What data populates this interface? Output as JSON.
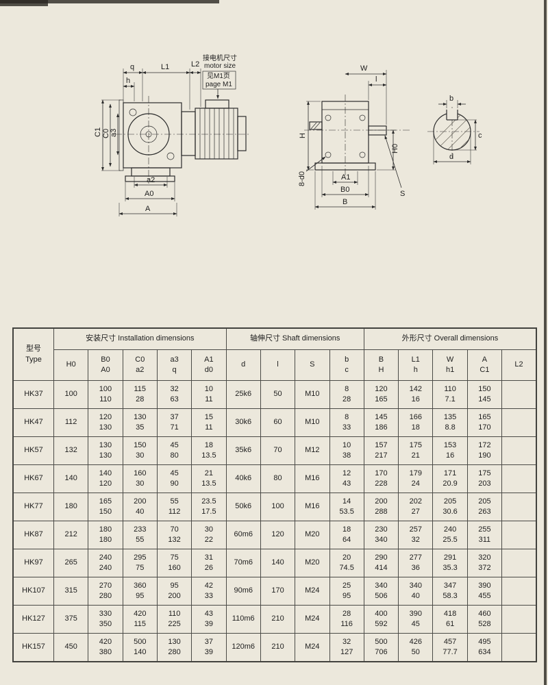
{
  "colors": {
    "paper": "#ece8dc",
    "ink": "#2b2b2b"
  },
  "drawing": {
    "note": {
      "line1": "接电机尺寸",
      "line2": "motor size",
      "line3": "见M1页",
      "line4": "page M1"
    },
    "side": {
      "q": "q",
      "L1": "L1",
      "L2": "L2",
      "h": "h",
      "C1": "C1",
      "C0": "C0",
      "a3": "a3",
      "a2": "a2",
      "A0": "A0",
      "A": "A"
    },
    "front": {
      "W": "W",
      "l": "l",
      "H": "H",
      "H0": "H0",
      "d0": "8-d0",
      "A1": "A1",
      "B0": "B0",
      "B": "B",
      "S": "S"
    },
    "section": {
      "b": "b",
      "c": "c",
      "d": "d"
    }
  },
  "table": {
    "type_header": "型号\nType",
    "groups": [
      {
        "label": "安装尺寸 Installation dimensions",
        "colspan": 5
      },
      {
        "label": "轴伸尺寸 Shaft dimensions",
        "colspan": 4
      },
      {
        "label": "外形尺寸 Overall dimensions",
        "colspan": 5
      }
    ],
    "sub_headers": [
      "H0",
      "B0\nA0",
      "C0\na2",
      "a3\nq",
      "A1\nd0",
      "d",
      "l",
      "S",
      "b\nc",
      "B\nH",
      "L1\nh",
      "W\nh1",
      "A\nC1",
      "L2"
    ],
    "rows": [
      {
        "type": "HK37",
        "cells": [
          "100",
          "100\n110",
          "115\n28",
          "32\n63",
          "10\n11",
          "25k6",
          "50",
          "M10",
          "8\n28",
          "120\n165",
          "142\n16",
          "110\n7.1",
          "150\n145",
          ""
        ]
      },
      {
        "type": "HK47",
        "cells": [
          "112",
          "120\n130",
          "130\n35",
          "37\n71",
          "15\n11",
          "30k6",
          "60",
          "M10",
          "8\n33",
          "145\n186",
          "166\n18",
          "135\n8.8",
          "165\n170",
          ""
        ]
      },
      {
        "type": "HK57",
        "cells": [
          "132",
          "130\n130",
          "150\n30",
          "45\n80",
          "18\n13.5",
          "35k6",
          "70",
          "M12",
          "10\n38",
          "157\n217",
          "175\n21",
          "153\n16",
          "172\n190",
          ""
        ]
      },
      {
        "type": "HK67",
        "cells": [
          "140",
          "140\n120",
          "160\n30",
          "45\n90",
          "21\n13.5",
          "40k6",
          "80",
          "M16",
          "12\n43",
          "170\n228",
          "179\n24",
          "171\n20.9",
          "175\n203",
          ""
        ]
      },
      {
        "type": "HK77",
        "cells": [
          "180",
          "165\n150",
          "200\n40",
          "55\n112",
          "23.5\n17.5",
          "50k6",
          "100",
          "M16",
          "14\n53.5",
          "200\n288",
          "202\n27",
          "205\n30.6",
          "205\n263",
          ""
        ]
      },
      {
        "type": "HK87",
        "cells": [
          "212",
          "180\n180",
          "233\n55",
          "70\n132",
          "30\n22",
          "60m6",
          "120",
          "M20",
          "18\n64",
          "230\n340",
          "257\n32",
          "240\n25.5",
          "255\n311",
          ""
        ]
      },
      {
        "type": "HK97",
        "cells": [
          "265",
          "240\n240",
          "295\n75",
          "75\n160",
          "31\n26",
          "70m6",
          "140",
          "M20",
          "20\n74.5",
          "290\n414",
          "277\n36",
          "291\n35.3",
          "320\n372",
          ""
        ]
      },
      {
        "type": "HK107",
        "cells": [
          "315",
          "270\n280",
          "360\n95",
          "95\n200",
          "42\n33",
          "90m6",
          "170",
          "M24",
          "25\n95",
          "340\n506",
          "340\n40",
          "347\n58.3",
          "390\n455",
          ""
        ]
      },
      {
        "type": "HK127",
        "cells": [
          "375",
          "330\n350",
          "420\n115",
          "110\n225",
          "43\n39",
          "110m6",
          "210",
          "M24",
          "28\n116",
          "400\n592",
          "390\n45",
          "418\n61",
          "460\n528",
          ""
        ]
      },
      {
        "type": "HK157",
        "cells": [
          "450",
          "420\n380",
          "500\n140",
          "130\n280",
          "37\n39",
          "120m6",
          "210",
          "M24",
          "32\n127",
          "500\n706",
          "426\n50",
          "457\n77.7",
          "495\n634",
          ""
        ]
      }
    ]
  }
}
